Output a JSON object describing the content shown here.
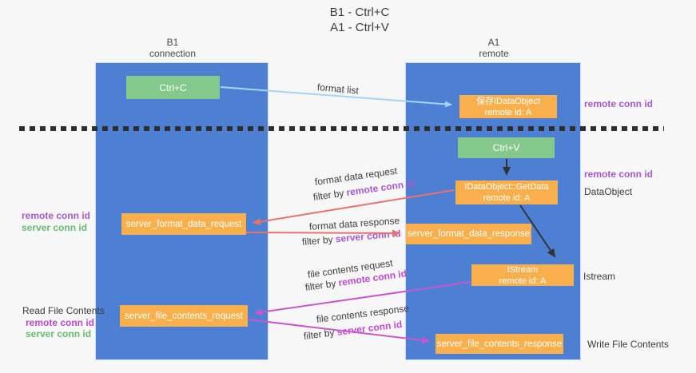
{
  "title": {
    "line1": "B1 - Ctrl+C",
    "line2": "A1 - Ctrl+V"
  },
  "lanes": {
    "left": {
      "name": "B1",
      "role": "connection"
    },
    "right": {
      "name": "A1",
      "role": "remote"
    }
  },
  "nodes": {
    "ctrl_c": {
      "label": "Ctrl+C"
    },
    "store_dataobject": {
      "line1": "保存IDataObject",
      "line2": "remote id: A"
    },
    "ctrl_v": {
      "label": "Ctrl+V"
    },
    "getdata": {
      "line1": "IDataObject::GetData",
      "line2": "remote id: A"
    },
    "format_request": {
      "label": "server_format_data_request"
    },
    "format_response": {
      "label": "server_format_data_response"
    },
    "istream": {
      "line1": "IStream",
      "line2": "remote id: A"
    },
    "file_request": {
      "label": "server_file_contents_request"
    },
    "file_response": {
      "label": "server_file_contents_response"
    }
  },
  "flow_labels": {
    "format_list": "format list",
    "format_data_request": "format data request",
    "format_data_response": "format data response",
    "file_contents_request": "file contents request",
    "file_contents_response": "file contents response",
    "filter_by": "filter by ",
    "remote_conn_id": "remote conn id",
    "server_conn_id": "server conn id"
  },
  "annotations": {
    "remote_conn_id": "remote conn id",
    "server_conn_id": "server conn id",
    "dataobject": "DataObject",
    "istream": "Istream",
    "read_file_contents": "Read File Contents",
    "write_file_contents": "Write File Contents"
  },
  "colors": {
    "background": "#f7f7f7",
    "lane_blue": "#4d80d2",
    "node_green": "#85c88b",
    "node_orange": "#f9b04c",
    "arrow_light_blue": "#a6d5f2",
    "arrow_red": "#e8726e",
    "arrow_magenta": "#ca55cf",
    "arrow_black": "#333333",
    "text_purple": "#a757cf",
    "text_magenta": "#bf49cf",
    "text_green": "#65bd6d",
    "text_dark": "#3d3d3d"
  }
}
